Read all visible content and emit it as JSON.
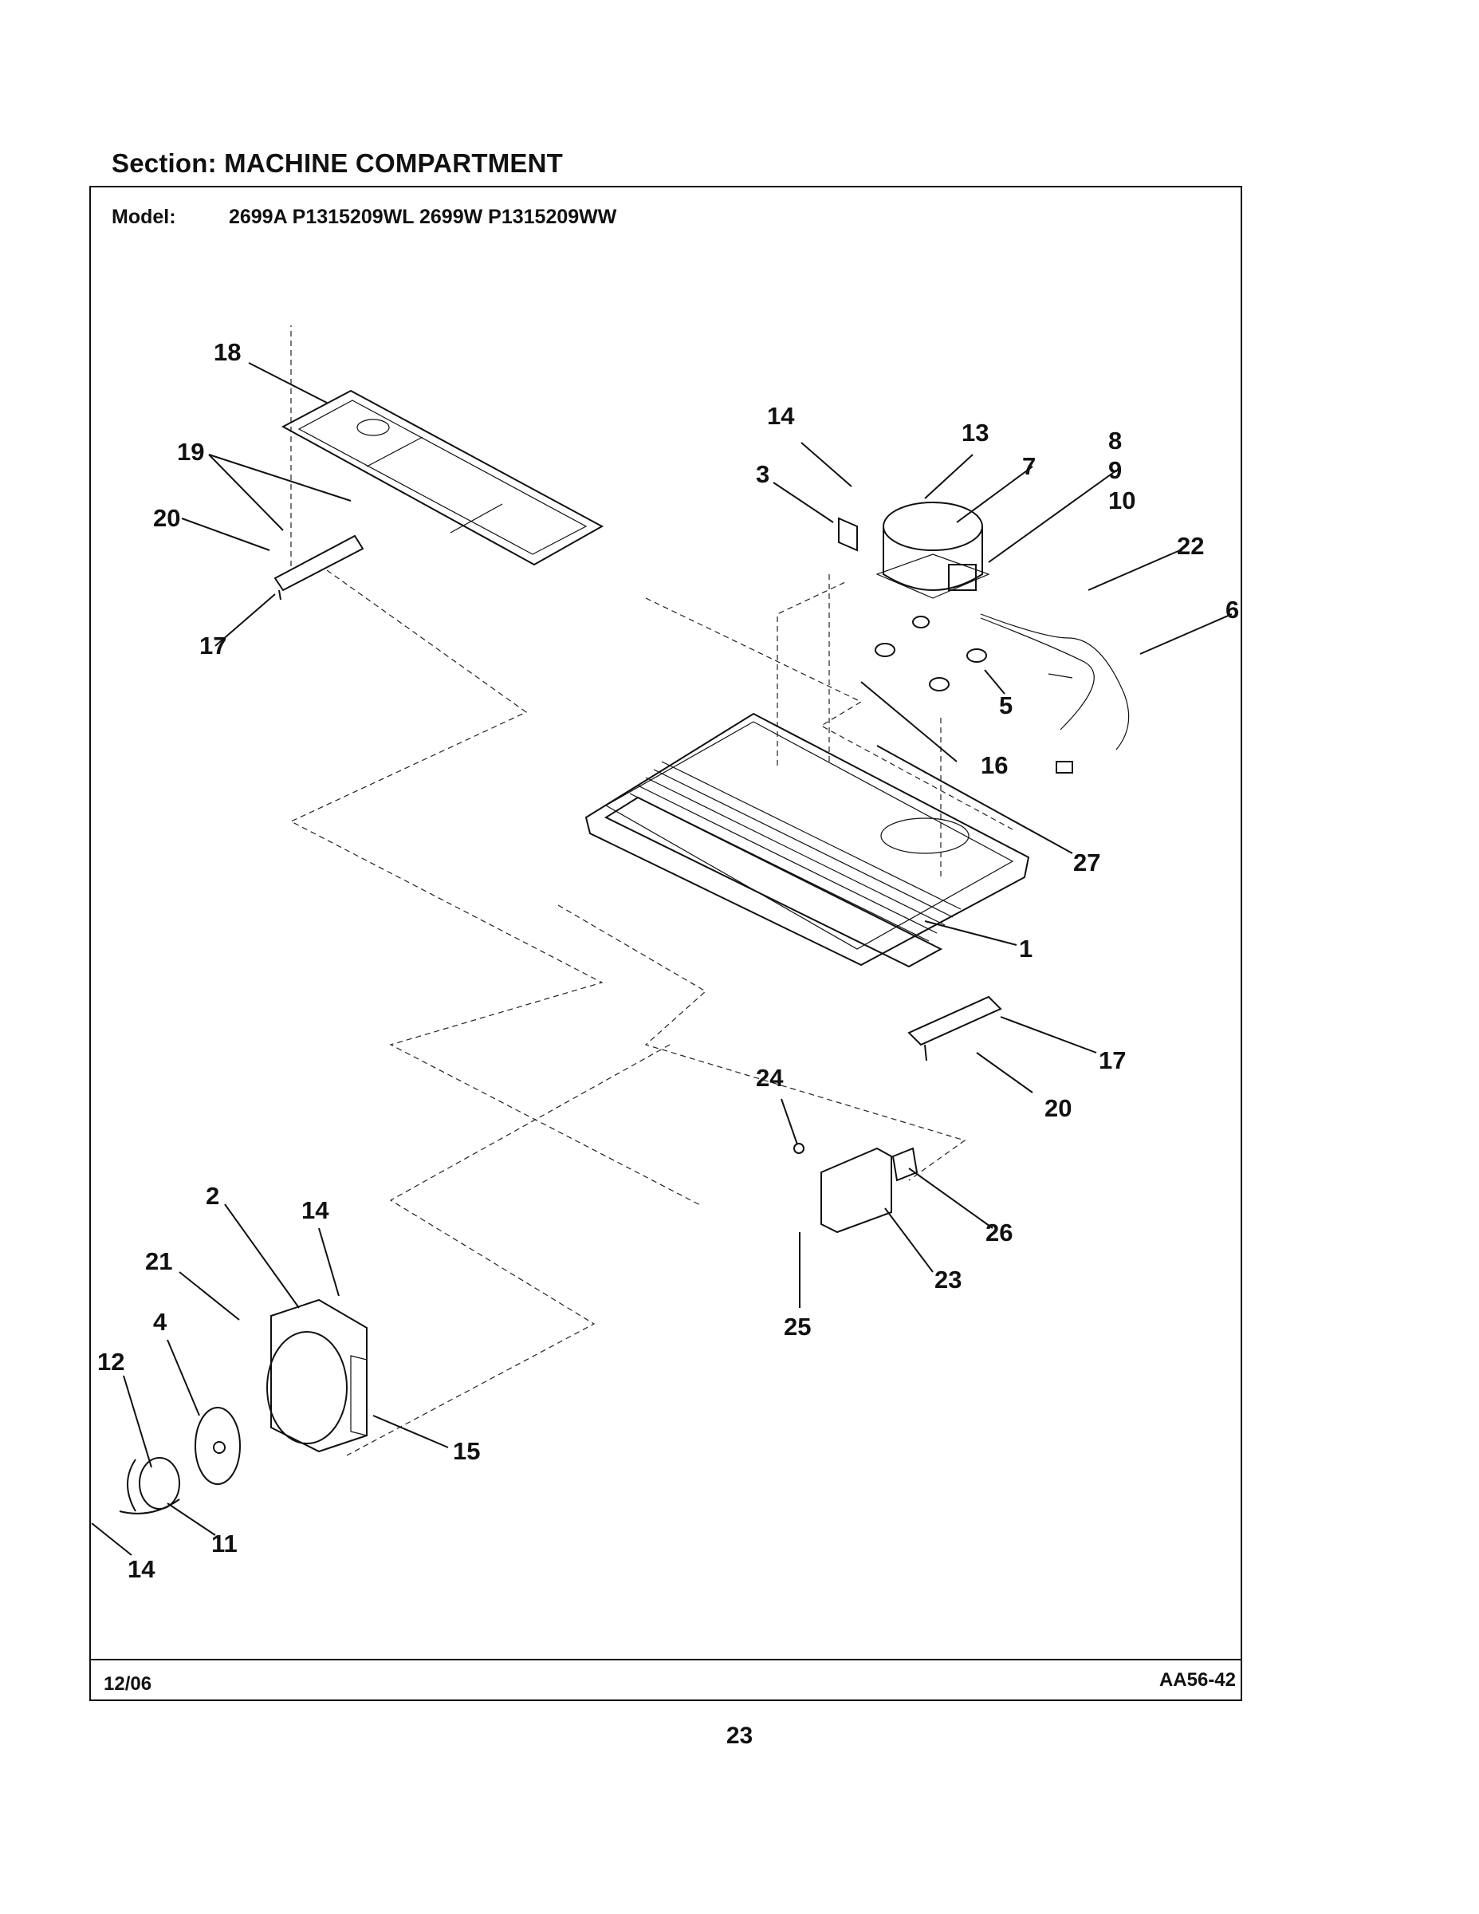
{
  "header": {
    "section_label": "Section:",
    "section_name": "MACHINE COMPARTMENT",
    "model_label": "Model:",
    "models": "2699A P1315209WL 2699W P1315209WW"
  },
  "footer": {
    "date": "12/06",
    "code": "AA56-42",
    "page_number": "23"
  },
  "callouts": {
    "c18": "18",
    "c19": "19",
    "c20a": "20",
    "c17a": "17",
    "c14a": "14",
    "c3": "3",
    "c13": "13",
    "c7": "7",
    "c8": "8",
    "c9": "9",
    "c10": "10",
    "c22": "22",
    "c6": "6",
    "c5": "5",
    "c16": "16",
    "c27": "27",
    "c1": "1",
    "c17b": "17",
    "c20b": "20",
    "c24": "24",
    "c26": "26",
    "c23": "23",
    "c25": "25",
    "c2": "2",
    "c14b": "14",
    "c21": "21",
    "c4": "4",
    "c12": "12",
    "c15": "15",
    "c11": "11",
    "c14c": "14"
  }
}
